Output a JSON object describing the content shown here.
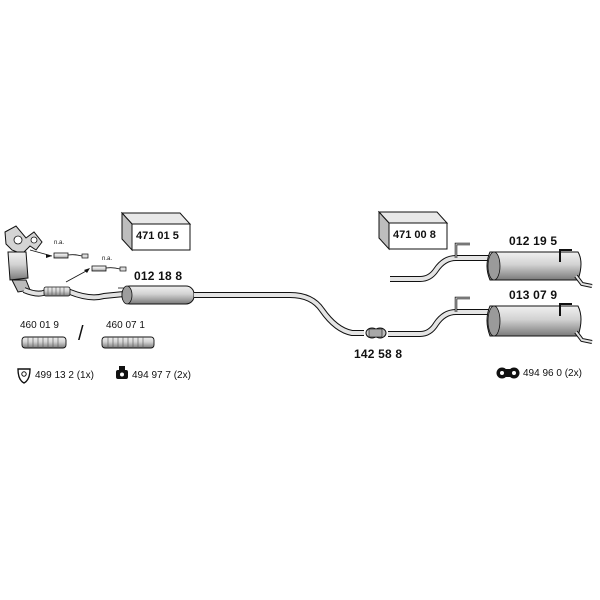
{
  "parts": {
    "catalyst_kit": "471 01 5",
    "front_pipe_middle_silencer": "012 18 8",
    "rear_kit": "471 00 8",
    "rear_silencer_a": "012 19 5",
    "rear_silencer_b": "013 07 9",
    "clamp": "142 58 8",
    "flex_pipe_a": "460 01 9",
    "flex_pipe_b": "460 07 1",
    "separator": "/",
    "gasket_note": "499 13 2 (1x)",
    "rubber_mount_note": "494 97 7 (2x)",
    "rear_rubber_mount_note": "494 96 0 (2x)",
    "na_label_1": "n.a.",
    "na_label_2": "n.a."
  },
  "colors": {
    "line": "#111111",
    "part_fill": "#cfcfcf",
    "part_dark": "#8a8a8a",
    "background": "#ffffff"
  },
  "icons": [
    "kit-box-icon",
    "gasket-icon",
    "rubber-mount-icon",
    "rear-rubber-mount-icon",
    "lambda-sensor-icon",
    "clamp-icon"
  ]
}
